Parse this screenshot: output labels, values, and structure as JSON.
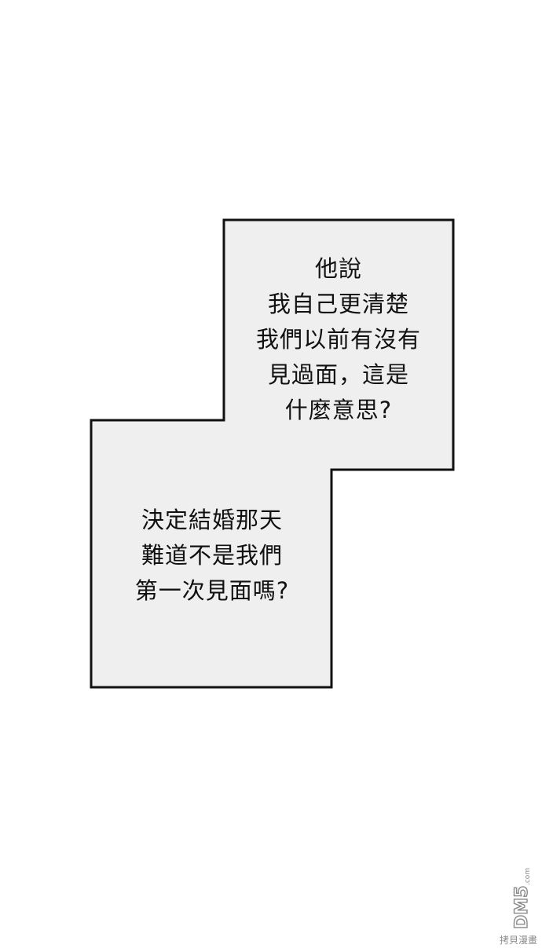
{
  "captions": {
    "top": {
      "lines": [
        "他說",
        "我自己更清楚",
        "我們以前有沒有",
        "見過面，這是",
        "什麼意思?"
      ]
    },
    "bottom": {
      "lines": [
        "決定結婚那天",
        "難道不是我們",
        "第一次見面嗎?"
      ]
    }
  },
  "watermark": {
    "logo_text": "DM5.com",
    "site_text": "拷貝漫畫"
  },
  "colors": {
    "background": "#ffffff",
    "box_fill": "#efefef",
    "box_stroke": "#111111",
    "text": "#111111",
    "watermark": "#9a9a9a"
  }
}
